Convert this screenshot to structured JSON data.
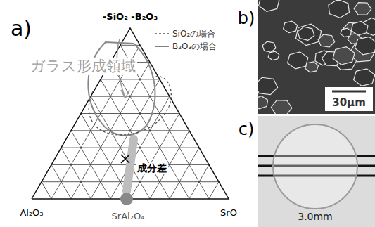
{
  "diagram": {
    "labels": [
      "a)",
      "-SiO₂ -B₂O₃",
      "ガラス形成領域",
      "成分差",
      "Al₂O₃",
      "SrAl₂O₄",
      "SrO",
      "b)",
      "30μm",
      "c)",
      "3.0mm"
    ],
    "legend": [
      {
        "text": "SiO₂の場合"
      },
      {
        "text": "B₂O₃の場合"
      }
    ]
  }
}
